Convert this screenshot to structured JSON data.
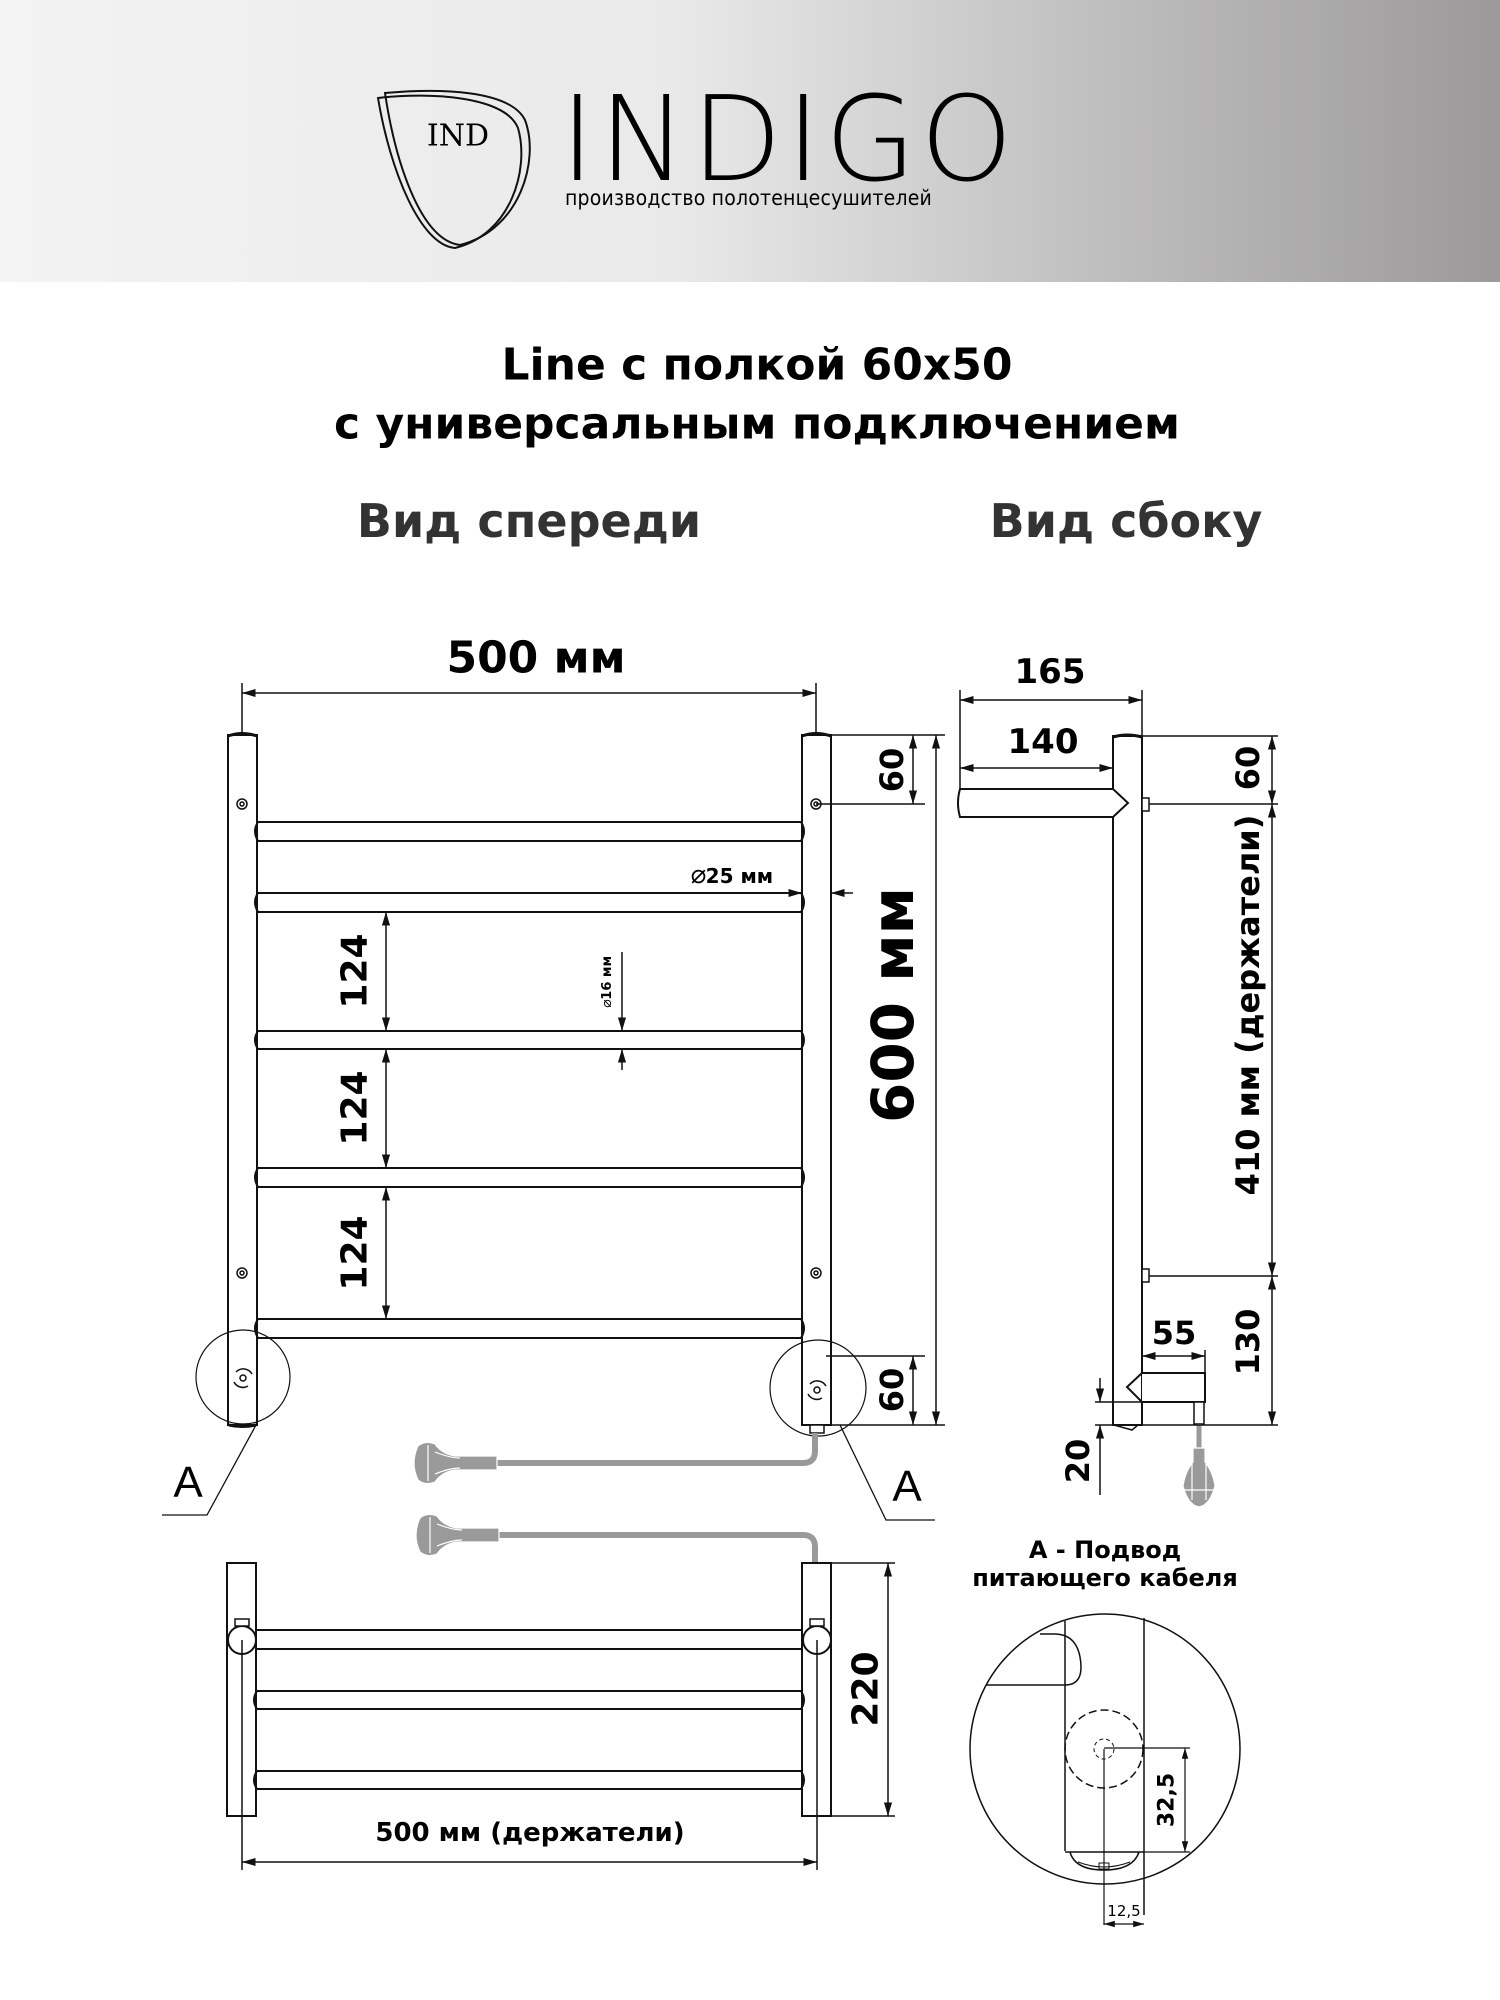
{
  "header": {
    "logo_monogram": "IND",
    "brand": "INDIGO",
    "tagline": "производство полотенцесушителей",
    "background_gradient": [
      "#f3f3f3",
      "#bdbcbc",
      "#9b9999"
    ]
  },
  "title": {
    "line1": "Line с полкой 60х50",
    "line2": "с универсальным подключением"
  },
  "views": {
    "front_label": "Вид спереди",
    "side_label": "Вид сбоку"
  },
  "front_view": {
    "width_dim": "500 мм",
    "height_dim": "600 мм",
    "top_offset_dim": "60",
    "bottom_offset_dim": "60",
    "rail_spacing_dims": [
      "124",
      "124",
      "124"
    ],
    "post_diameter": "25 мм",
    "rail_diameter": "16 мм",
    "diameter_symbol": "⌀",
    "detail_callout_left": "A",
    "detail_callout_right": "A",
    "rail_count": 5
  },
  "side_view": {
    "depth_total_dim": "165",
    "shelf_depth_dim": "140",
    "top_holder_dim": "60",
    "holders_distance_dim": "410 мм (держатели)",
    "bottom_holder_dim": "130",
    "heater_offset_dim": "55",
    "bottom_dim": "20"
  },
  "top_view": {
    "holders_width_dim": "500 мм (держатели)",
    "depth_dim": "220",
    "rail_count": 3
  },
  "detail_a": {
    "title_line1": "А - Подвод",
    "title_line2": "питающего кабеля",
    "vertical_dim": "32,5",
    "horizontal_dim": "12,5"
  },
  "colors": {
    "line": "#111111",
    "cable": "#9a9a9a",
    "label_gray": "#333333"
  }
}
